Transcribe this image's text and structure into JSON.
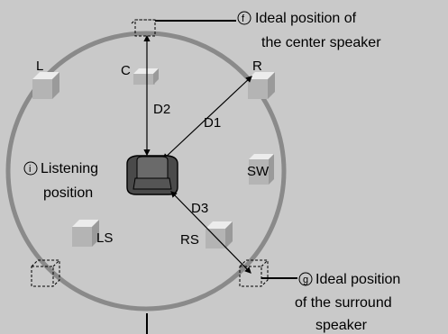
{
  "speakers": {
    "left": "L",
    "right": "R",
    "center": "C",
    "subwoofer": "SW",
    "surround_left": "LS",
    "surround_right": "RS"
  },
  "distances": {
    "d1": "D1",
    "d2": "D2",
    "d3": "D3"
  },
  "callouts": {
    "center_ideal": {
      "marker": "f",
      "line1": "Ideal position of",
      "line2": "the center speaker"
    },
    "listening": {
      "marker": "i",
      "line1": "Listening",
      "line2": "position"
    },
    "surround_ideal": {
      "marker": "g",
      "line1": "Ideal position",
      "line2": "of the surround",
      "line3": "speaker"
    }
  },
  "colors": {
    "background": "#c9c9c9",
    "circle": "#8a8a8a",
    "speaker_face": "#b4b4b4",
    "speaker_light": "#ececec",
    "chair": "#4a4a4a"
  }
}
